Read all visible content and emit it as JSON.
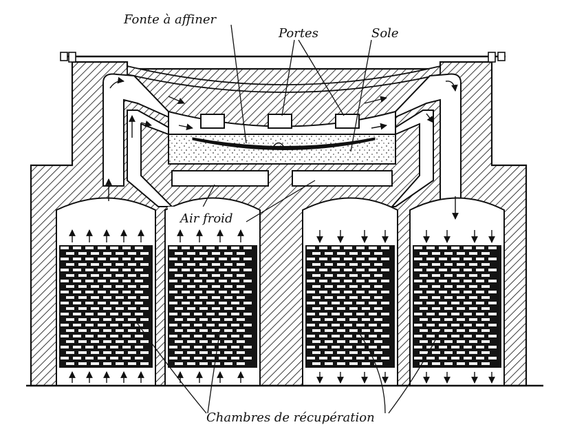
{
  "labels": {
    "fonte": "Fonte à affiner",
    "portes": "Portes",
    "sole": "Sole",
    "air_froid": "Air froid",
    "chambres": "Chambres de récupération"
  },
  "colors": {
    "ink": "#111111",
    "paper": "#ffffff",
    "brick_dark": "#141414",
    "brick_light": "#f4f4f4"
  }
}
